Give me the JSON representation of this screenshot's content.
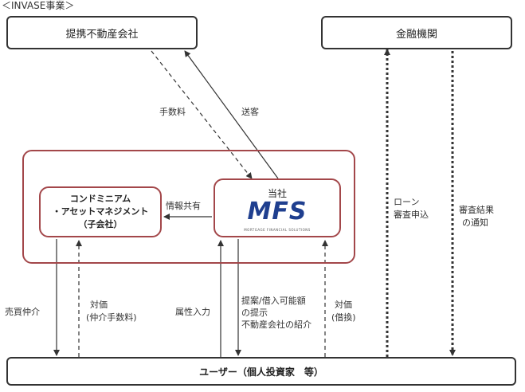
{
  "header": {
    "title": "＜INVASE事業＞"
  },
  "boxes": {
    "realestate": "提携不動産会社",
    "bank": "金融機関",
    "condo_line1": "コンドミニアム",
    "condo_line2": "・アセットマネジメント",
    "condo_line3": "（子会社）",
    "company_label": "当社",
    "mfs_logo": "MFS",
    "mfs_tagline": "MORTGAGE FINANCIAL SOLUTIONS",
    "user": "ユーザー（個人投資家　等）"
  },
  "labels": {
    "fee": "手数料",
    "referral": "送客",
    "info_share": "情報共有",
    "loan_line1": "ローン",
    "loan_line2": "審査申込",
    "result_line1": "審査結果",
    "result_line2": "の通知",
    "brokerage": "売買仲介",
    "compensation_line1": "対価",
    "compensation_line2": "(仲介手数料)",
    "attribute_input": "属性入力",
    "proposal_line1": "提案/借入可能額",
    "proposal_line2": "の提示",
    "proposal_line3": "不動産会社の紹介",
    "fee_loan_line1": "対価",
    "fee_loan_line2": "(借換)"
  },
  "colors": {
    "frame": "#333333",
    "accent_red": "#a3474a",
    "mfs_blue": "#1f3f8f"
  }
}
